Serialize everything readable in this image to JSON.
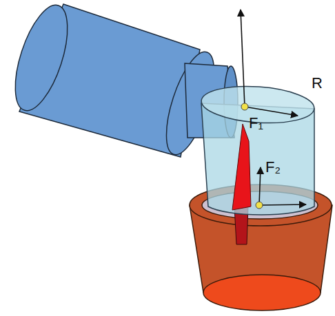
{
  "diagram": {
    "labels": [
      "R",
      "F₁",
      "F₂"
    ]
  }
}
